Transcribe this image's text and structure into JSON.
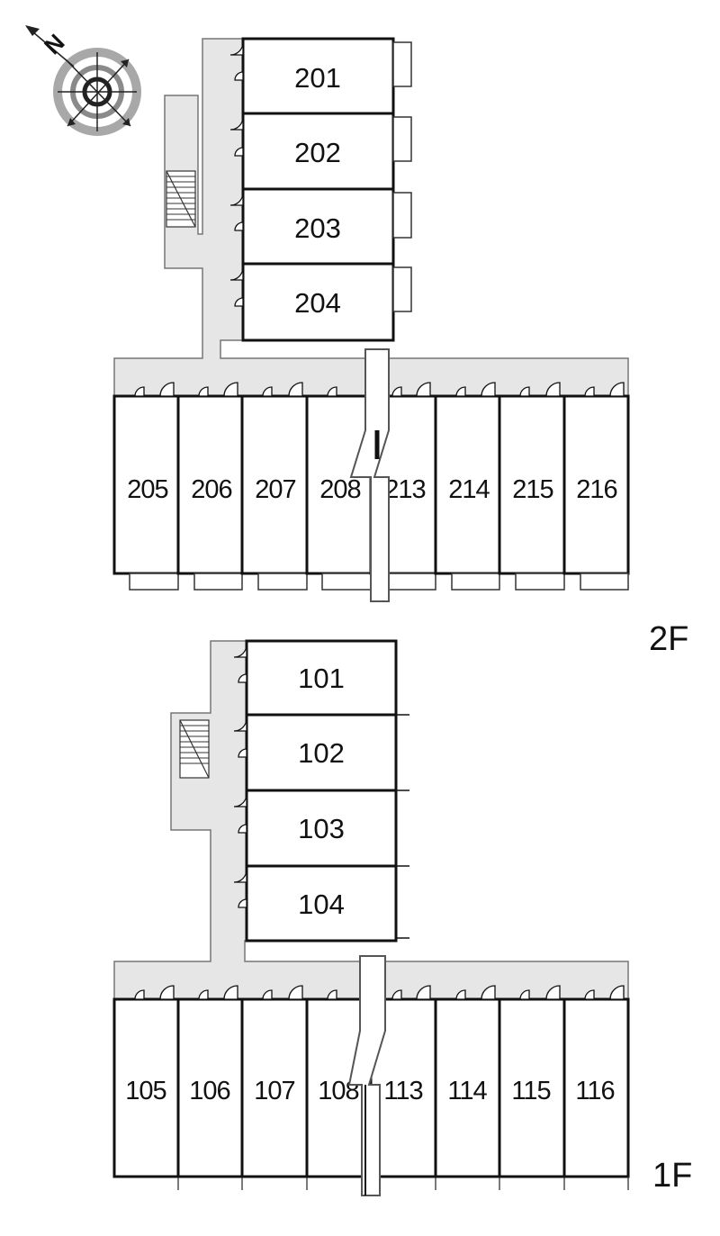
{
  "compass": {
    "north_label": "N",
    "icon": "compass-icon"
  },
  "floors": {
    "second": {
      "label": "2F",
      "wing_rooms": [
        "201",
        "202",
        "203",
        "204"
      ],
      "row_rooms": [
        "205",
        "206",
        "207",
        "208",
        "213",
        "214",
        "215",
        "216"
      ]
    },
    "first": {
      "label": "1F",
      "wing_rooms": [
        "101",
        "102",
        "103",
        "104"
      ],
      "row_rooms": [
        "105",
        "106",
        "107",
        "108",
        "113",
        "114",
        "115",
        "116"
      ]
    }
  },
  "colors": {
    "corridor": "#e6e6e6",
    "wall": "#111111",
    "compass_ring": "#9a9a9a"
  }
}
